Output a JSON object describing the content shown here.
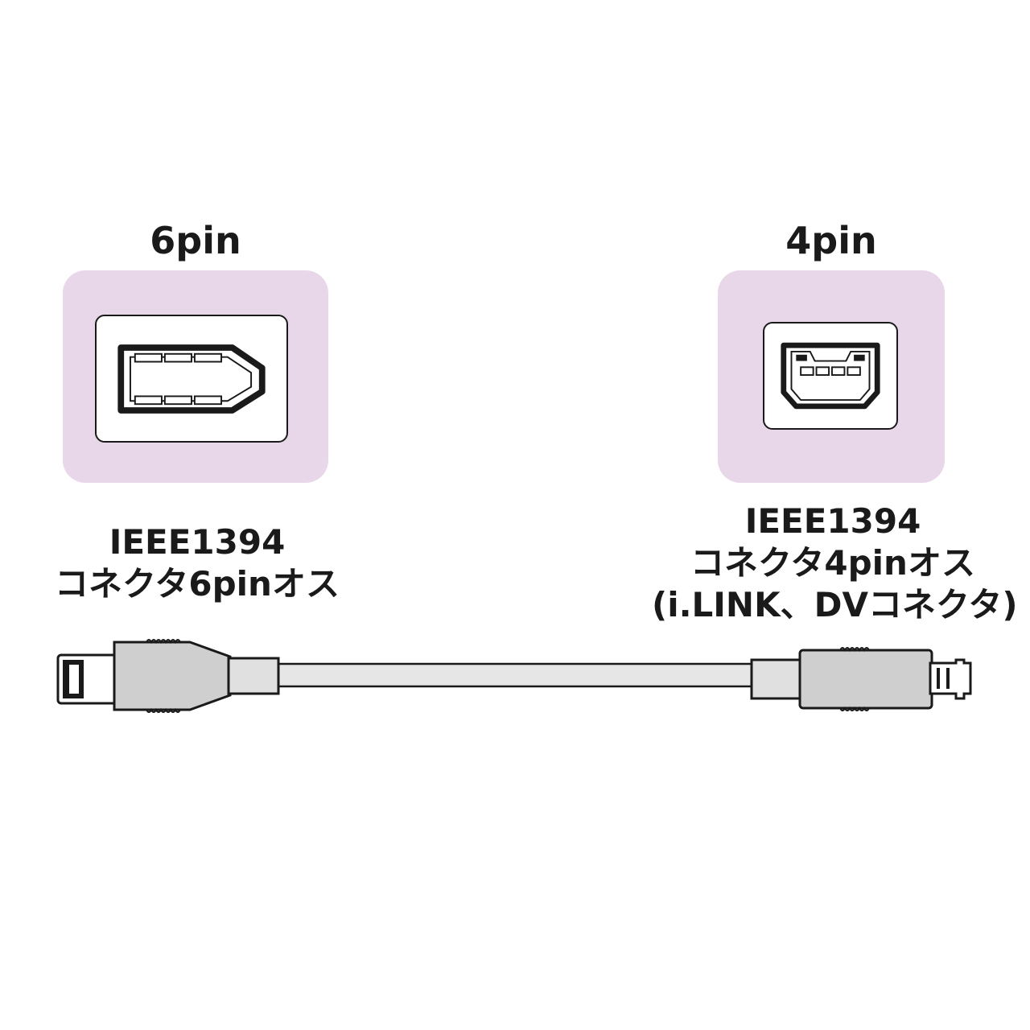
{
  "left": {
    "pin_title": "6pin",
    "caption_line1": "IEEE1394",
    "caption_line2": "コネクタ6pinオス"
  },
  "right": {
    "pin_title": "4pin",
    "caption_line1": "IEEE1394",
    "caption_line2": "コネクタ4pinオス",
    "caption_line3": "(i.LINK、DVコネクタ)"
  },
  "colors": {
    "card_background": "#e8d7e9",
    "outline": "#1a1a1a",
    "cable_gray": "#e6e6e6",
    "plug_gray": "#cfcfcf"
  },
  "icons": {
    "left_port": "ieee1394-6pin-port-icon",
    "right_port": "ieee1394-4pin-port-icon",
    "cable": "ieee1394-cable-icon"
  }
}
